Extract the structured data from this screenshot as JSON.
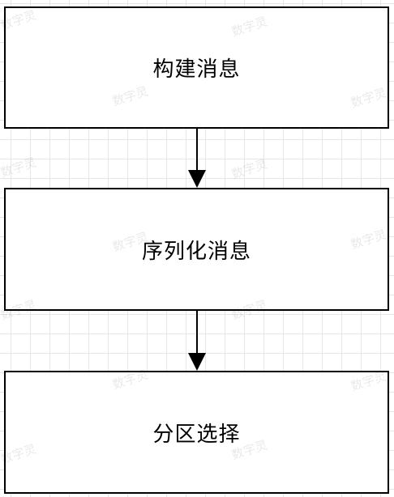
{
  "diagram": {
    "steps": [
      {
        "label": "构建消息"
      },
      {
        "label": "序列化消息"
      },
      {
        "label": "分区选择"
      }
    ],
    "watermark_text": "数字灵",
    "colors": {
      "box_border": "#000000",
      "arrow": "#000000",
      "grid": "#e6e6e6",
      "background": "#ffffff"
    }
  }
}
